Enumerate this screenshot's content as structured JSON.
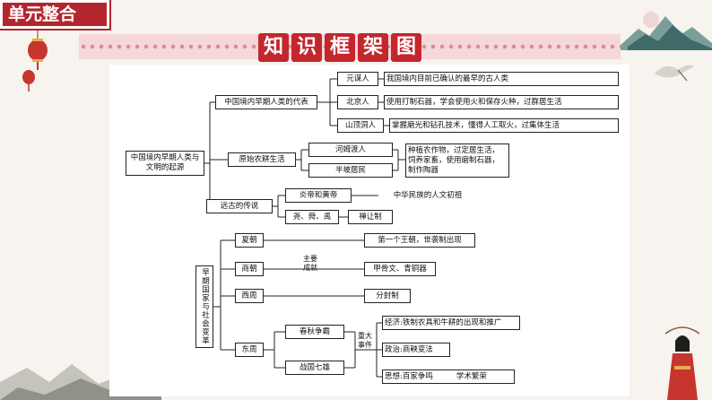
{
  "header": {
    "unit_label": "单元整合",
    "title_chars": [
      "知",
      "识",
      "框",
      "架",
      "图"
    ]
  },
  "diagram": {
    "part1": {
      "root": "中国境内早期人类与文明的起源",
      "branches": [
        "中国境内早期人类的代表",
        "原始农耕生活",
        "远古的传说"
      ],
      "early_humans": [
        {
          "name": "元谋人",
          "desc": "我国境内目前已确认的最早的古人类"
        },
        {
          "name": "北京人",
          "desc": "使用打制石器，学会使用火和保存火种，过群居生活"
        },
        {
          "name": "山顶洞人",
          "desc": "掌握磨光和钻孔技术，懂得人工取火，过集体生活"
        }
      ],
      "farming": {
        "sites": [
          "河姆渡人",
          "半坡居民"
        ],
        "desc": "种植农作物，过定居生活，饲养家畜，使用磨制石器，制作陶器"
      },
      "legends": [
        {
          "name": "炎帝和黄帝",
          "desc": "中华民族的人文初祖"
        },
        {
          "name": "尧、舜、禹",
          "desc": "禅让制"
        }
      ]
    },
    "part2": {
      "root": "早期国家与社会变革",
      "dynasties": [
        "夏朝",
        "商朝",
        "西周",
        "东周"
      ],
      "main_achievement_label": "主要成就",
      "dynasty_desc": [
        "第一个王朝，世袭制出现",
        "甲骨文、青铜器",
        "分封制"
      ],
      "eastern_zhou_periods": [
        "春秋争霸",
        "战国七雄"
      ],
      "major_events_label": "重大事件",
      "events": [
        "经济:铁制农具和牛耕的出现和推广",
        "政治:商鞅变法"
      ],
      "thought": {
        "from": "思想:百家争鸣",
        "to": "学术繁荣"
      }
    }
  }
}
